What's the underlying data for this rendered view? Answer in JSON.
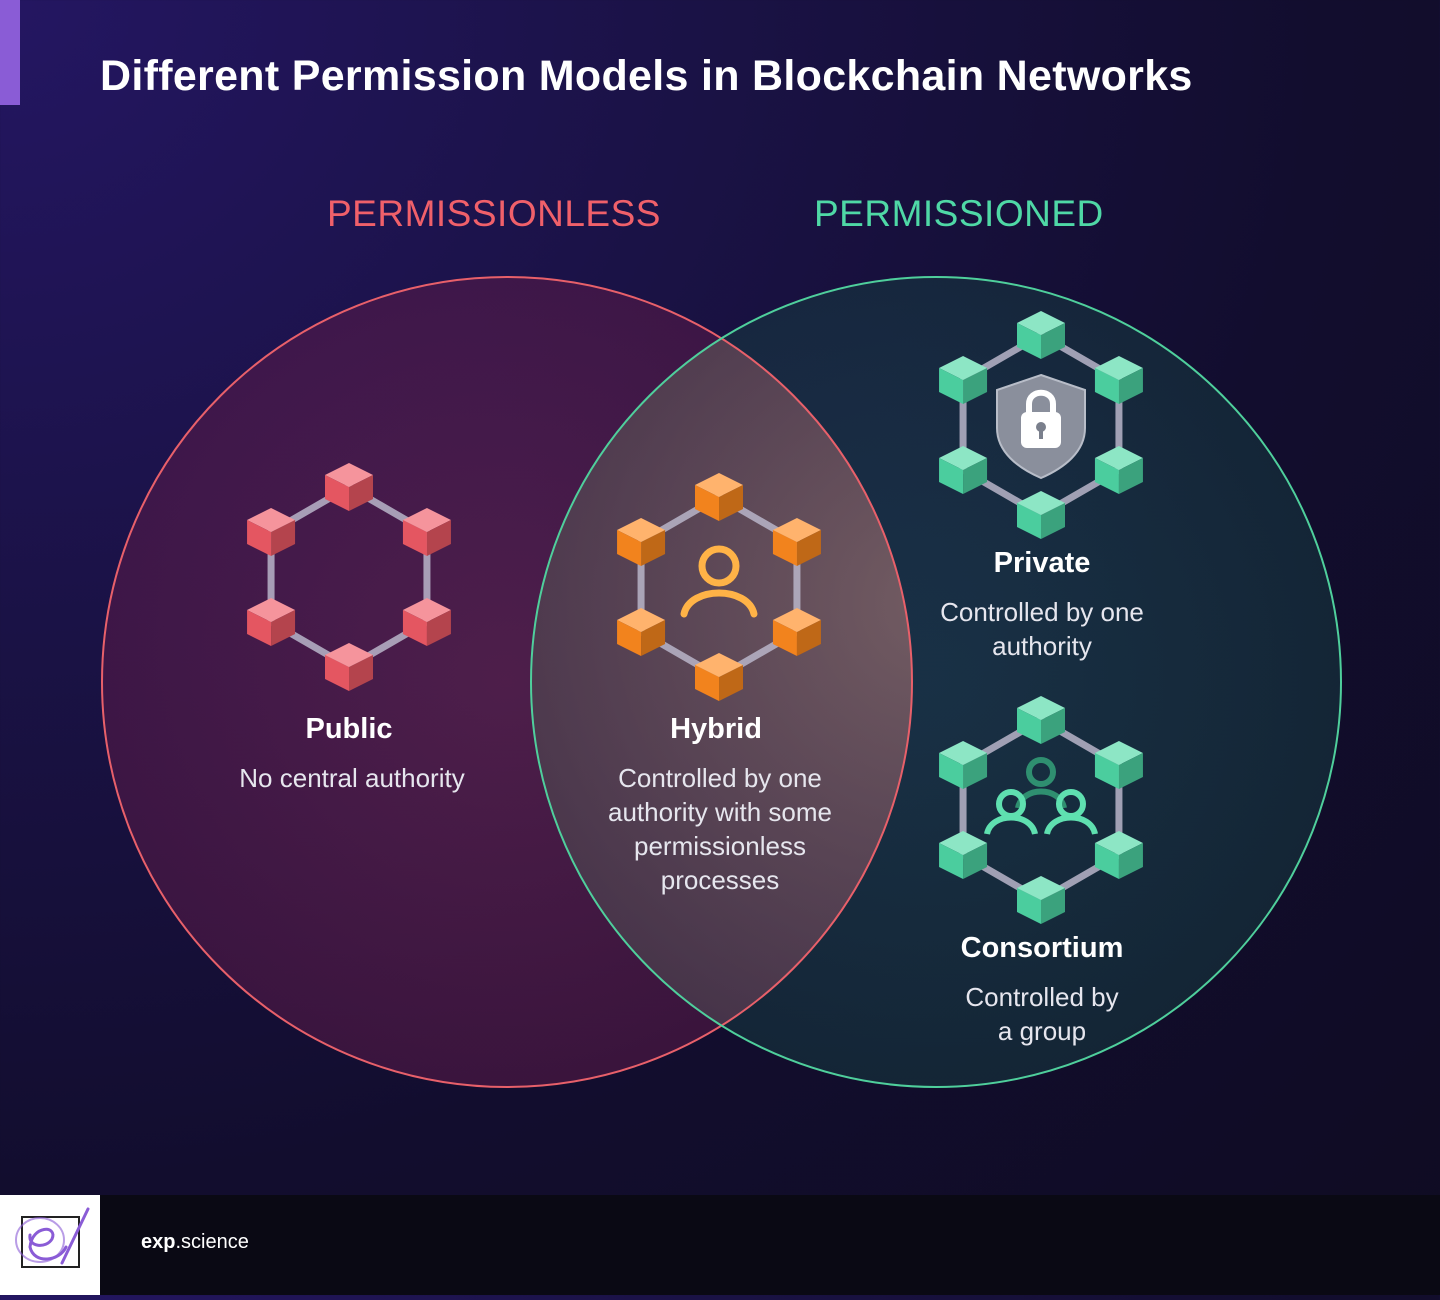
{
  "title": "Different Permission Models in Blockchain Networks",
  "sets": {
    "left": {
      "label": "PERMISSIONLESS",
      "color": "#f0606a"
    },
    "right": {
      "label": "PERMISSIONED",
      "color": "#4fd8a6"
    }
  },
  "nodes": [
    {
      "id": "public",
      "title": "Public",
      "description": "No central authority",
      "color": "#f05a66",
      "icon": "hexagon-network-icon"
    },
    {
      "id": "hybrid",
      "title": "Hybrid",
      "description_lines": [
        "Controlled by one",
        "authority with some",
        "permissionless",
        "processes"
      ],
      "color": "#ff8a1e",
      "icon": "person-icon"
    },
    {
      "id": "private",
      "title": "Private",
      "description_lines": [
        "Controlled by one",
        "authority"
      ],
      "color": "#4fd8a6",
      "icon": "shield-lock-icon"
    },
    {
      "id": "consortium",
      "title": "Consortium",
      "description_lines": [
        "Controlled by",
        "a group"
      ],
      "color": "#4fd8a6",
      "icon": "group-icon"
    }
  ],
  "footer": {
    "brand_bold": "exp",
    "brand_rest": ".science"
  }
}
